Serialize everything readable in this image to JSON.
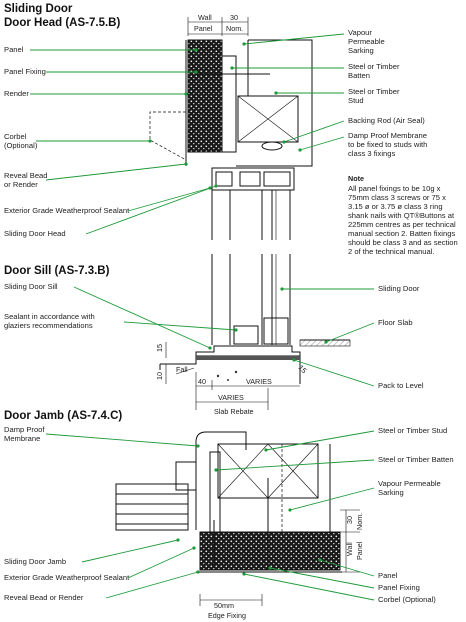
{
  "colors": {
    "leader": "#1e9a3a",
    "panel_fill": "#1a1a1a",
    "line": "#111111"
  },
  "sections": {
    "head": {
      "title_line1": "Sliding Door",
      "title_line2": "Door Head (AS-7.5.B)",
      "dims": {
        "wall": "Wall",
        "panel": "Panel",
        "thirty": "30",
        "nom": "Nom."
      },
      "left_labels": [
        "Panel",
        "Panel Fixing",
        "Render",
        "Corbel",
        "(Optional)",
        "Reveal Bead",
        "or Render",
        "Exterior Grade Weatherproof Sealant",
        "Sliding Door Head"
      ],
      "right_labels": [
        "Vapour",
        "Permeable",
        "Sarking",
        "Steel or Timber",
        "Batten",
        "Steel or Timber",
        "Stud",
        "Backing Rod (Air Seal)",
        "Damp Proof Membrane",
        "to be fixed to studs with",
        "class 3 fixings"
      ]
    },
    "note": {
      "title": "Note",
      "lines": [
        "All panel fixings to be 10g x",
        "75mm class 3 screws or 75 x",
        "3.15 ø or 3.75 ø class 3 ring",
        "shank nails with QT®Buttons at",
        "225mm centres as per technical",
        "manual section 2. Batten fixings",
        "should be class 3 and as section",
        "2 of the technical manual."
      ]
    },
    "sill": {
      "title": "Door Sill (AS-7.3.B)",
      "left_labels": [
        "Sliding Door Sill",
        "Sealant in accordance with",
        "glaziers recommendations"
      ],
      "right_labels": [
        "Sliding Door",
        "Floor Slab",
        "Pack to Level"
      ],
      "dims": {
        "fifteen": "15",
        "ten": "10",
        "fall": "Fall",
        "forty": "40",
        "varies_top": "VARIES",
        "varies_bottom": "VARIES",
        "fifteen_b": "15",
        "slab_rebate": "Slab Rebate"
      }
    },
    "jamb": {
      "title": "Door Jamb (AS-7.4.C)",
      "left_labels": [
        "Damp Proof",
        "Membrane",
        "Sliding Door Jamb",
        "Exterior Grade Weatherproof Sealant",
        "Reveal Bead or Render"
      ],
      "right_labels": [
        "Steel or Timber Stud",
        "Steel or Timber Batten",
        "Vapour Permeable",
        "Sarking",
        "Panel",
        "Panel Fixing",
        "Corbel (Optional)"
      ],
      "dims": {
        "thirty": "30",
        "nom": "Nom.",
        "wall": "Wall",
        "panel": "Panel",
        "edge_dim": "50mm",
        "edge_fixing": "Edge Fixing"
      }
    }
  }
}
